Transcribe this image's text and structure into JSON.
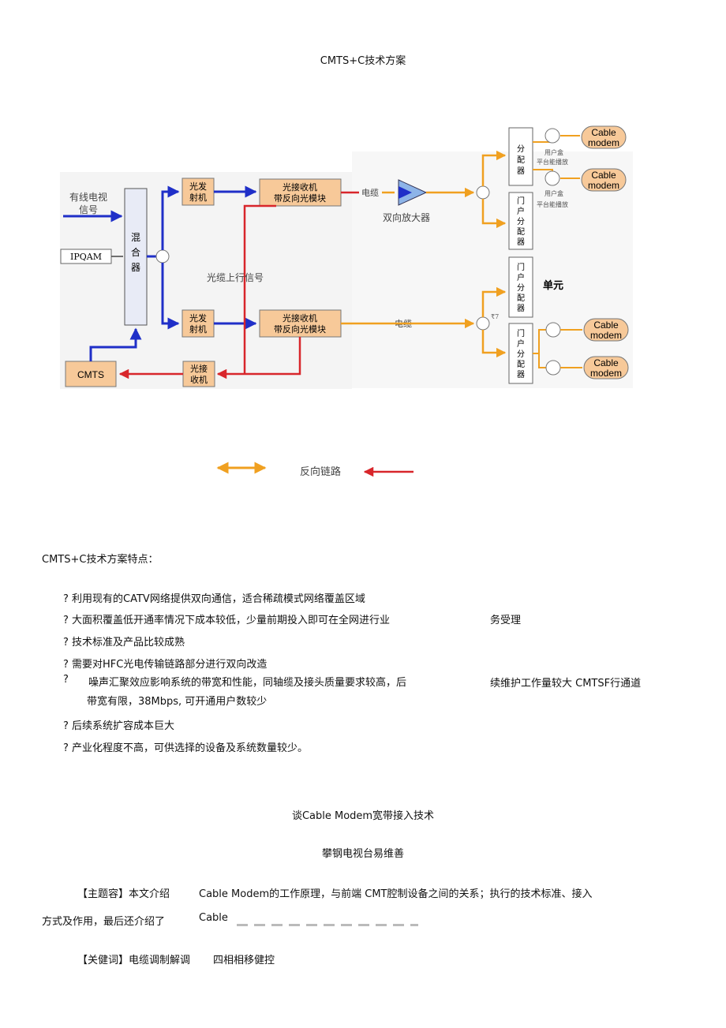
{
  "page": {
    "title": "CMTS+C技术方案",
    "features_heading": "CMTS+C技术方案特点：",
    "bullets": [
      "? 利用现有的CATV网络提供双向通信，适合稀疏模式网络覆盖区域",
      "? 大面积覆盖低开通率情况下成本较低，少量前期投入即可在全网进行业",
      "? 技术标准及产品比较成熟",
      "? 需要对HFC光电传输链路部分进行双向改造",
      "?",
      "? 后续系统扩容成本巨大",
      "? 产业化程度不高，可供选择的设备及系统数量较少。"
    ],
    "bullet2_tail": "务受理",
    "bullet5_a": "噪声汇聚效应影响系统的带宽和性能，同轴缆及接头质量要求较高，后",
    "bullet5_tail": "续维护工作量较大  CMTSF行通道",
    "bullet5_b": "带宽有限，38Mbps, 可开通用户数较少",
    "article_title": "谈Cable Modem宽带接入技术",
    "article_author": "攀钢电视台易维善",
    "abstract_a": "【主题容】本文介绍",
    "abstract_b": "Cable Modem的工作原理，与前端  CMT腔制设备之间的关系；执行的技术标准、接入",
    "abstract_c": "方式及作用，最后还介绍了",
    "abstract_d": "Cable",
    "keywords_a": "【关健词】电缆调制解调",
    "keywords_b": "四相相移健控"
  },
  "diagram": {
    "cable_tv_signal_1": "有线电视",
    "cable_tv_signal_2": "信号",
    "ipqam": "IPQAM",
    "mixer": [
      "混",
      "合",
      "器"
    ],
    "tx1": [
      "光发",
      "射机"
    ],
    "tx2": [
      "光发",
      "射机"
    ],
    "node1": [
      "光接收机",
      "带反向光模块"
    ],
    "node2": [
      "光接收机",
      "带反向光模块"
    ],
    "uplink": "光缆上行信号",
    "cmts": "CMTS",
    "rx": [
      "光接",
      "收机"
    ],
    "cable1": "电缆",
    "cable2": "电缆",
    "amp": "双向放大器",
    "unit": "单元",
    "splitter": [
      "分",
      "配",
      "器"
    ],
    "house_splitter": [
      "门",
      "户",
      "分",
      "配",
      "器"
    ],
    "user_box": [
      "用户盒",
      "平台能播放"
    ],
    "modem": [
      "Cable",
      "modem"
    ],
    "legend_reverse": "反向链路",
    "colors": {
      "forward": "#1f2fc8",
      "reverse": "#d8262b",
      "branch": "#f0a020",
      "box": "#f7c999",
      "mixer": "#e8ebf6"
    }
  }
}
